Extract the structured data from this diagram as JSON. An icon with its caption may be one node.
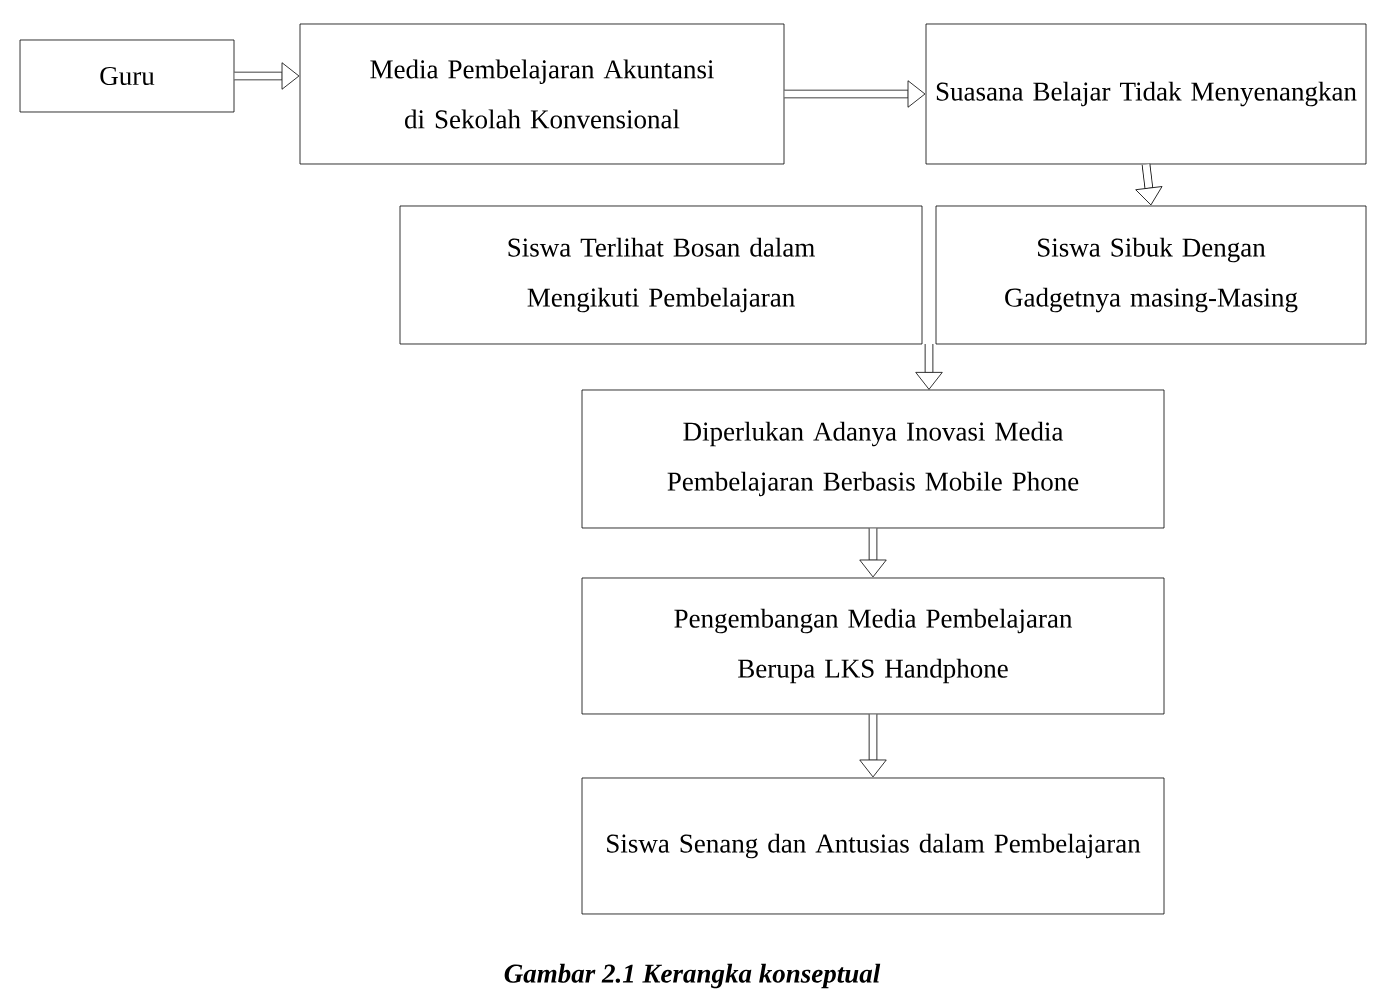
{
  "diagram": {
    "caption": "Gambar 2.1 Kerangka konseptual",
    "nodes": [
      {
        "text": [
          "Guru"
        ]
      },
      {
        "text": [
          "Media Pembelajaran Akuntansi di Sekolah Konvensional"
        ]
      },
      {
        "text": [
          "Suasana Belajar Tidak Menyenangkan"
        ]
      },
      {
        "text": [
          "Siswa Terlihat Bosan dalam Mengikuti Pembelajaran"
        ]
      },
      {
        "text": [
          "Siswa Sibuk Dengan Gadgetnya masing-Masing"
        ]
      },
      {
        "text": [
          "Diperlukan Adanya Inovasi Media Pembelajaran Berbasis Mobile Phone"
        ]
      },
      {
        "text": [
          "Pengembangan Media Pembelajaran Berupa LKS Handphone"
        ]
      },
      {
        "text": [
          "Siswa Senang dan Antusias dalam Pembelajaran"
        ]
      }
    ],
    "edges": [
      {
        "from": 0,
        "to": 1,
        "arrow": "to"
      },
      {
        "from": 1,
        "to": 2,
        "arrow": "to"
      },
      {
        "from": 2,
        "to": 4,
        "arrow": "to"
      },
      {
        "from": 3,
        "to": 5,
        "arrow": "to"
      },
      {
        "from": 4,
        "to": 5,
        "arrow": "to"
      },
      {
        "from": 5,
        "to": 6,
        "arrow": "to"
      },
      {
        "from": 6,
        "to": 7,
        "arrow": "to"
      }
    ]
  }
}
